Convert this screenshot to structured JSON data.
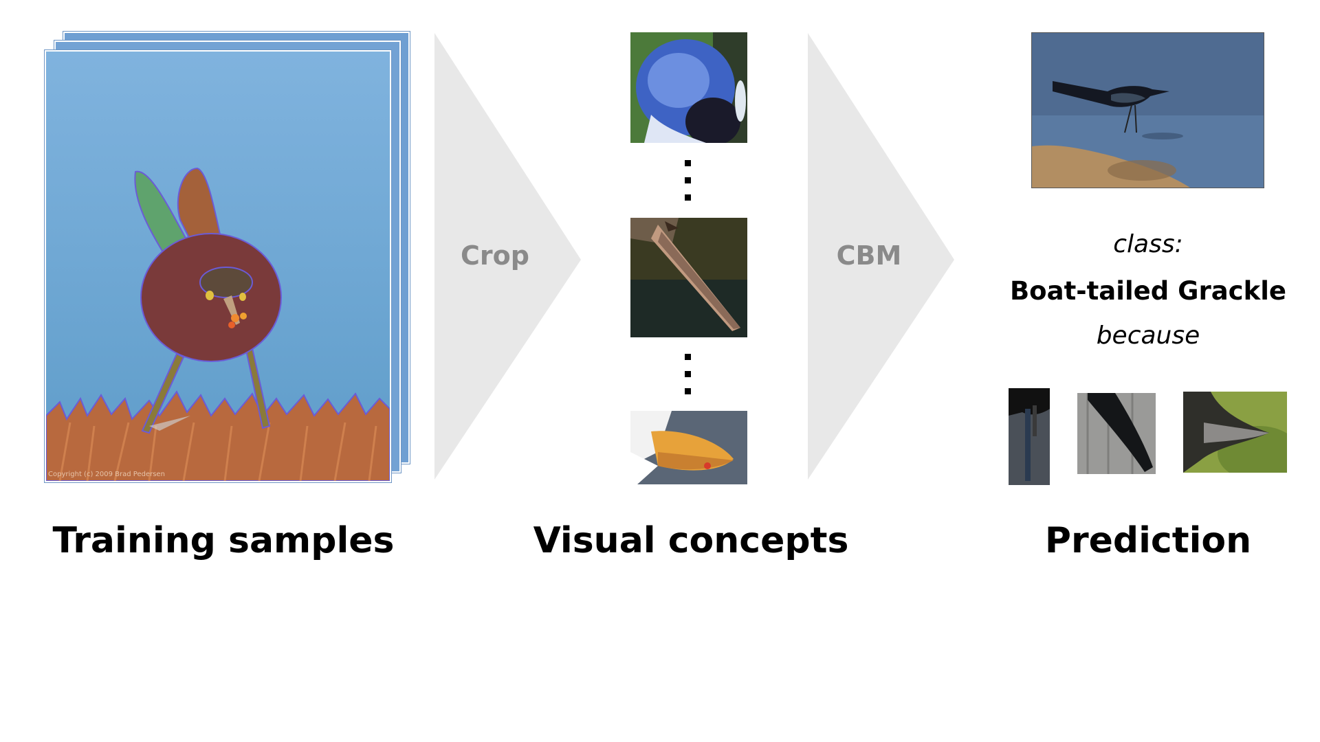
{
  "training": {
    "title": "Training samples",
    "copyright": "Copyright (c) 2009 Brad Pedersen"
  },
  "concepts": {
    "title": "Visual concepts",
    "dots": "⋮"
  },
  "arrows": {
    "crop_label": "Crop",
    "cbm_label": "CBM"
  },
  "prediction": {
    "title": "Prediction",
    "class_label": "class:",
    "class_name": "Boat-tailed Grackle",
    "because_label": "because"
  },
  "colors": {
    "arrow_fill": "#e8e8e8",
    "arrow_text": "#8a8a8a",
    "mask_body": "#7a3a3a",
    "mask_leg": "#8a7a3a",
    "mask_wing_left": "#5fa36d",
    "mask_wing_right": "#a4613a",
    "grass": "#b56a3e",
    "sky": "#6ea6d6"
  }
}
